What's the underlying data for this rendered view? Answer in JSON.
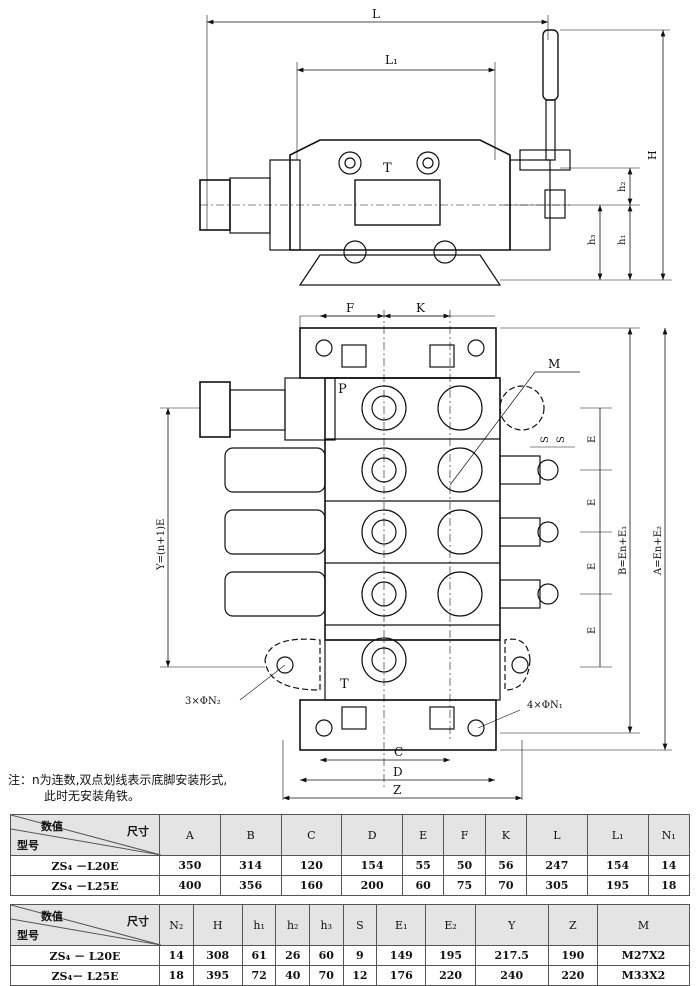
{
  "drawing": {
    "top_view": {
      "L": "L",
      "L1": "L₁",
      "H": "H",
      "h1": "h₁",
      "h2": "h₂",
      "h3": "h₃",
      "T": "T"
    },
    "front_view": {
      "F": "F",
      "K": "K",
      "M": "M",
      "P": "P",
      "T": "T",
      "S1": "S",
      "S2": "S",
      "E1": "E",
      "E2": "E",
      "E3": "E",
      "E4": "E",
      "Y": "Y=(n+1)E",
      "B": "B=En+E₁",
      "A": "A=En+E₂",
      "N2": "3×ΦN₂",
      "N1": "4×ΦN₁",
      "C": "C",
      "D": "D",
      "Z": "Z"
    }
  },
  "note": {
    "line1": "注：n为连数,双点划线表示底脚安装形式,",
    "line2": "此时无安装角铁。"
  },
  "corner": {
    "values": "数值",
    "dims": "尺寸",
    "model": "型号"
  },
  "table1": {
    "headers": [
      "A",
      "B",
      "C",
      "D",
      "E",
      "F",
      "K",
      "L",
      "L₁",
      "N₁"
    ],
    "rows": [
      {
        "model": "ZS₄ －L20E",
        "values": [
          "350",
          "314",
          "120",
          "154",
          "55",
          "50",
          "56",
          "247",
          "154",
          "14"
        ]
      },
      {
        "model": "ZS₄ －L25E",
        "values": [
          "400",
          "356",
          "160",
          "200",
          "60",
          "75",
          "70",
          "305",
          "195",
          "18"
        ]
      }
    ]
  },
  "table2": {
    "headers": [
      "N₂",
      "H",
      "h₁",
      "h₂",
      "h₃",
      "S",
      "E₁",
      "E₂",
      "Y",
      "Z",
      "M"
    ],
    "rows": [
      {
        "model": "ZS₄ － L20E",
        "values": [
          "14",
          "308",
          "61",
          "26",
          "60",
          "9",
          "149",
          "195",
          "217.5",
          "190",
          "M27X2"
        ]
      },
      {
        "model": "ZS₄－ L25E",
        "values": [
          "18",
          "395",
          "72",
          "40",
          "70",
          "12",
          "176",
          "220",
          "240",
          "220",
          "M33X2"
        ]
      }
    ]
  }
}
